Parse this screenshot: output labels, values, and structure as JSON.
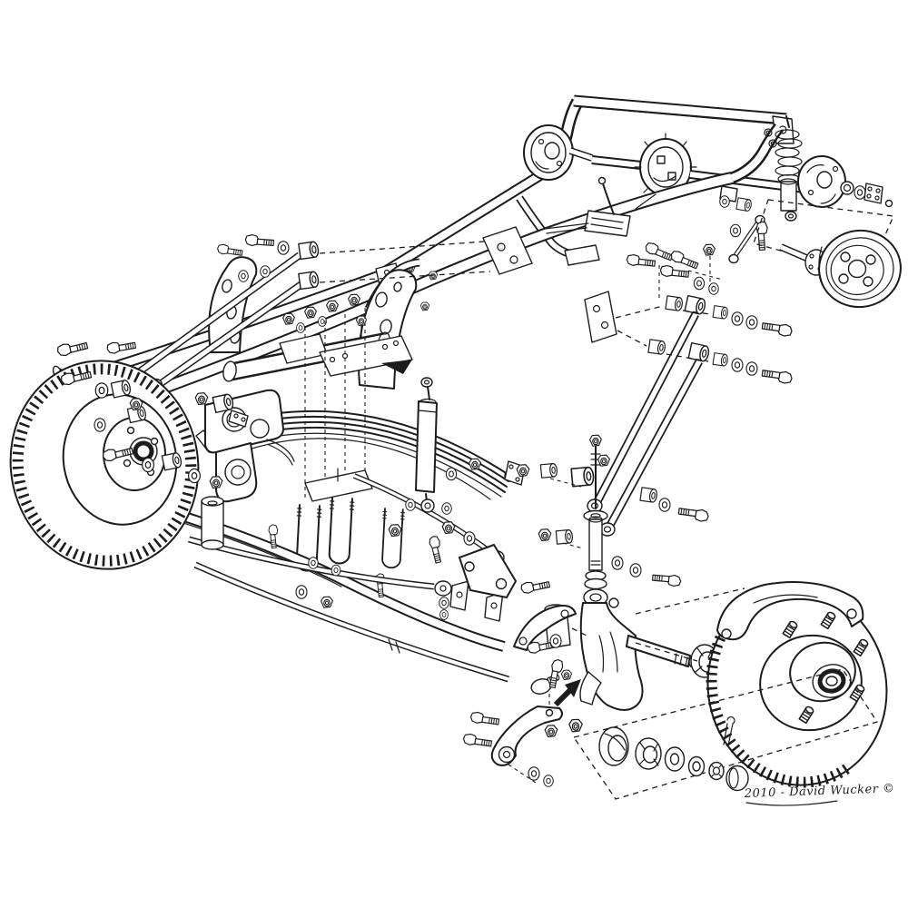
{
  "artwork": {
    "signature": "2010 - David Wucker ©",
    "paper_color": "#ffffff",
    "ink_color": "#1c1c1c",
    "components": [
      "ladder-frame",
      "rear-crossmember",
      "rear-axle-differential",
      "rear-drum-brake",
      "rear-backing-plate",
      "coil-spring-shock",
      "rear-radius-rods",
      "shock-towers",
      "tube-shock-absorbers",
      "transverse-leaf-spring",
      "spring-perch",
      "u-bolts",
      "front-radius-rods",
      "front-i-beam-axle",
      "tie-rod",
      "drag-link",
      "steering-arms",
      "kingpin",
      "steering-knuckle-spindle",
      "front-disc-rotor",
      "brake-caliper",
      "wheel-hub-studs",
      "wheel-bearing-kit",
      "dust-cap",
      "cotter-pin",
      "assorted-bolts-nuts-washers-bushings"
    ]
  }
}
